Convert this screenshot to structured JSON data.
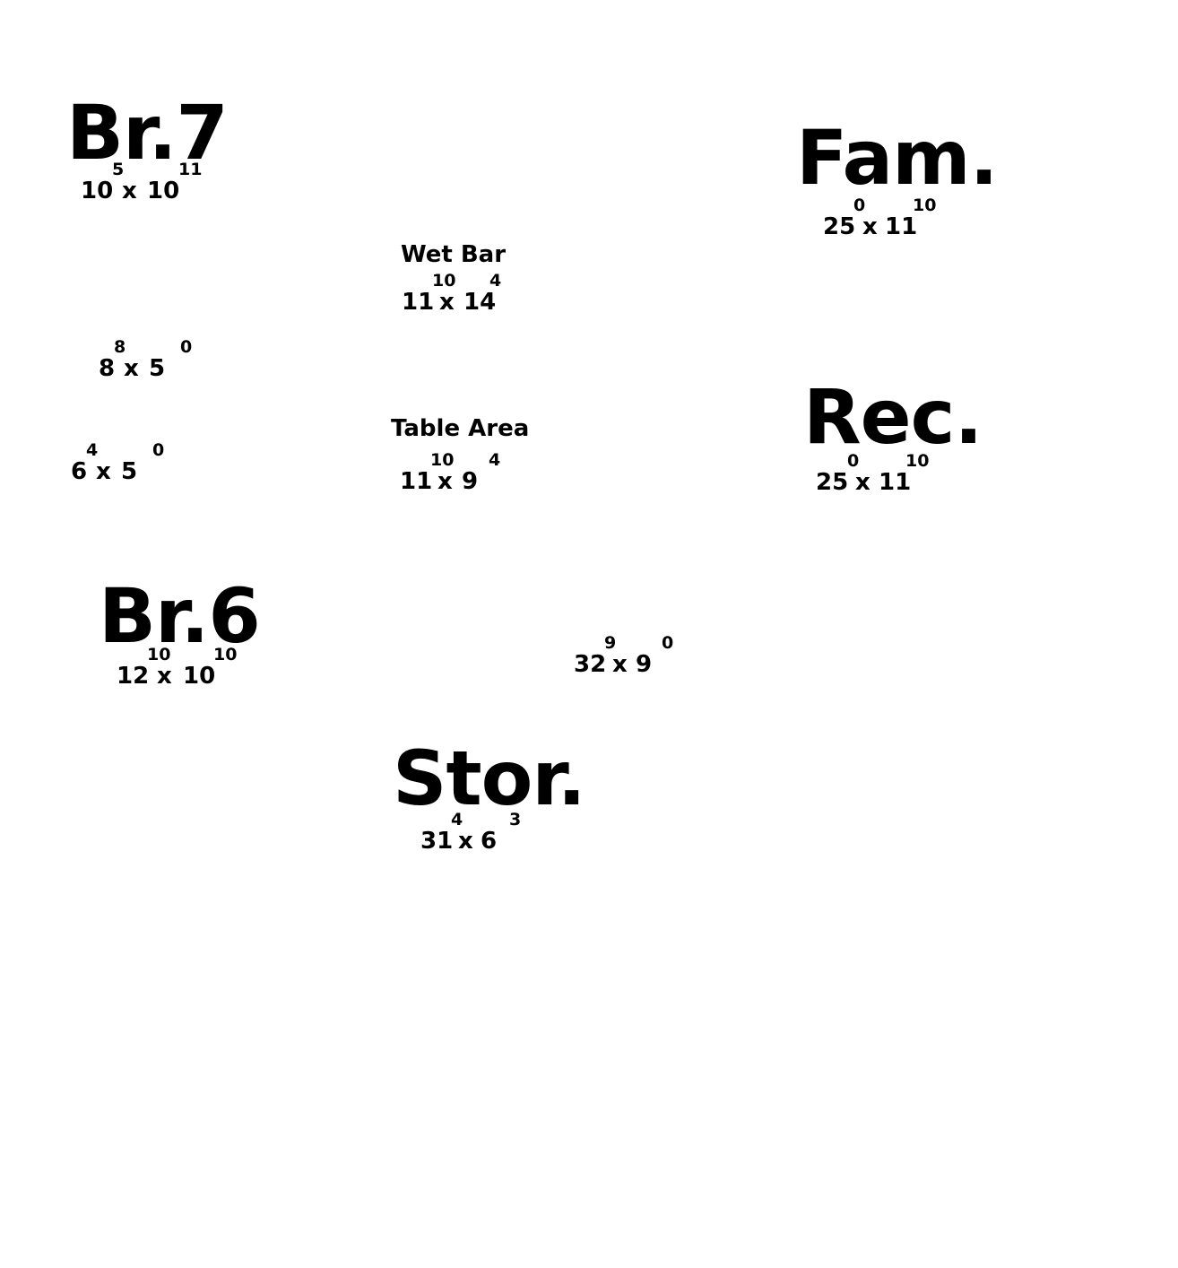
{
  "rooms": [
    {
      "name": "Br.7",
      "dim": {
        "w_ft": "10",
        "w_in": "5",
        "sep": "x",
        "h_ft": "10",
        "h_in": "11"
      }
    },
    {
      "name": "Fam.",
      "dim": {
        "w_ft": "25",
        "w_in": "0",
        "sep": "x",
        "h_ft": "11",
        "h_in": "10"
      }
    },
    {
      "name": "Wet Bar",
      "dim": {
        "w_ft": "11",
        "w_in": "10",
        "sep": "x",
        "h_ft": "14",
        "h_in": "4"
      }
    },
    {
      "name": "",
      "dim": {
        "w_ft": "8",
        "w_in": "8",
        "sep": "x",
        "h_ft": "5",
        "h_in": "0"
      }
    },
    {
      "name": "Table Area",
      "dim": {
        "w_ft": "11",
        "w_in": "10",
        "sep": "x",
        "h_ft": "9",
        "h_in": "4"
      }
    },
    {
      "name": "Rec.",
      "dim": {
        "w_ft": "25",
        "w_in": "0",
        "sep": "x",
        "h_ft": "11",
        "h_in": "10"
      }
    },
    {
      "name": "",
      "dim": {
        "w_ft": "6",
        "w_in": "4",
        "sep": "x",
        "h_ft": "5",
        "h_in": "0"
      }
    },
    {
      "name": "Br.6",
      "dim": {
        "w_ft": "12",
        "w_in": "10",
        "sep": "x",
        "h_ft": "10",
        "h_in": "10"
      }
    },
    {
      "name": "",
      "dim": {
        "w_ft": "32",
        "w_in": "9",
        "sep": "x",
        "h_ft": "9",
        "h_in": "0"
      }
    },
    {
      "name": "Stor.",
      "dim": {
        "w_ft": "31",
        "w_in": "4",
        "sep": "x",
        "h_ft": "6",
        "h_in": "3"
      }
    }
  ]
}
